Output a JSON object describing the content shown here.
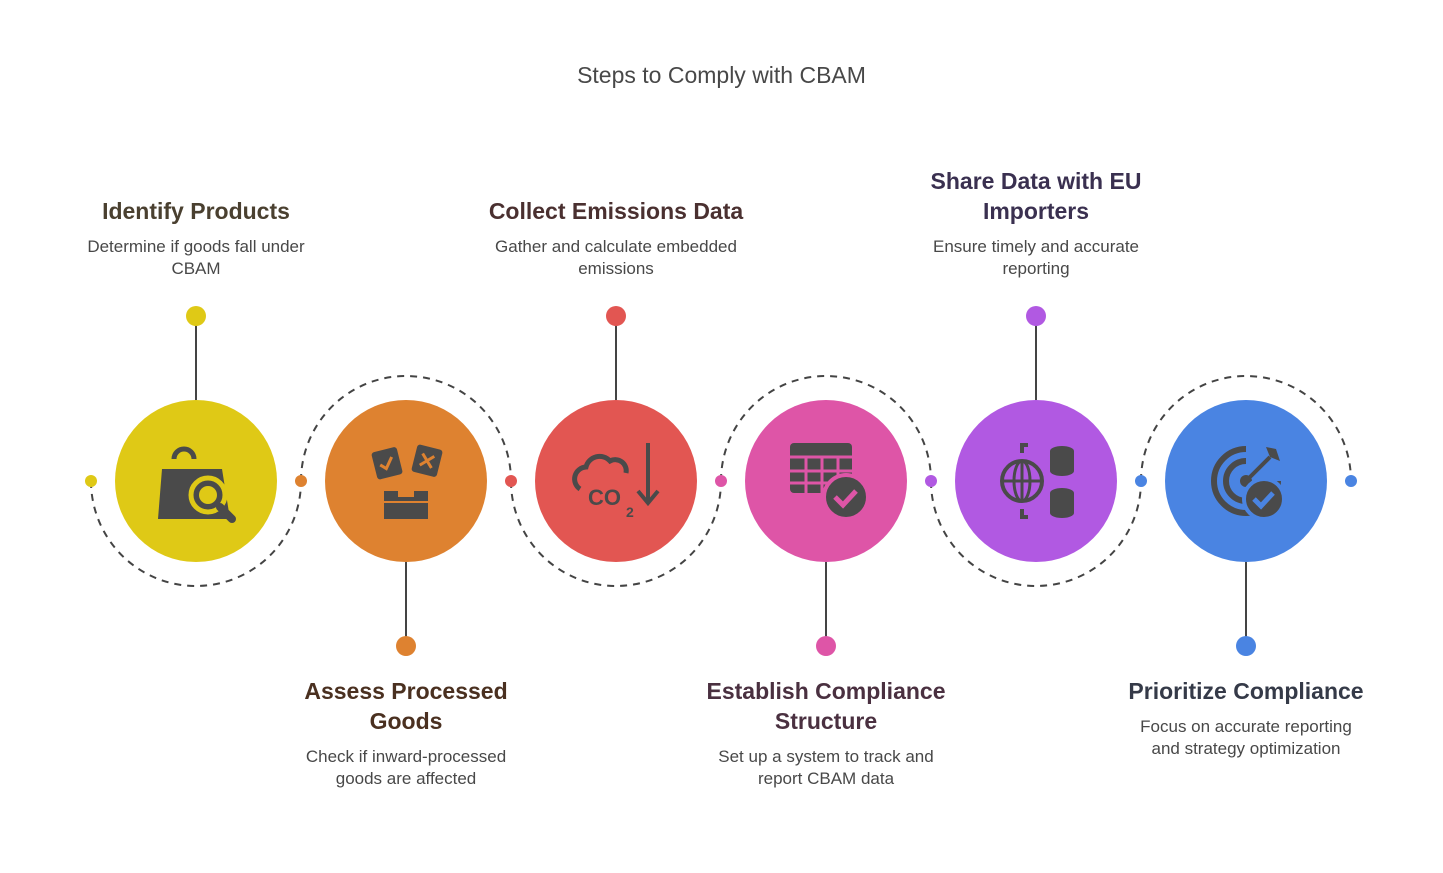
{
  "title": "Steps to Comply with CBAM",
  "steps": [
    {
      "heading": "Identify Products",
      "description": "Determine if goods fall under CBAM",
      "color": "#dfc916",
      "heading_color": "#4a4030",
      "icon": "shopping-bag-search-icon"
    },
    {
      "heading": "Assess Processed Goods",
      "description": "Check if inward-processed goods are affected",
      "color": "#de8230",
      "heading_color": "#4a3020",
      "icon": "box-with-checklist-cards-icon"
    },
    {
      "heading": "Collect Emissions Data",
      "description": "Gather and calculate embedded emissions",
      "color": "#e25652",
      "heading_color": "#4a3030",
      "icon": "co2-cloud-down-arrow-icon"
    },
    {
      "heading": "Establish Compliance Structure",
      "description": "Set up a system to track and report CBAM data",
      "color": "#de55a7",
      "heading_color": "#4a3040",
      "icon": "table-checkmark-icon"
    },
    {
      "heading": "Share Data with EU Importers",
      "description": "Ensure timely and accurate reporting",
      "color": "#b159e2",
      "heading_color": "#3a3050",
      "icon": "globe-database-icon"
    },
    {
      "heading": "Prioritize Compliance",
      "description": "Focus on accurate reporting and strategy optimization",
      "color": "#4a84e2",
      "heading_color": "#353a48",
      "icon": "target-checkmark-icon"
    }
  ]
}
